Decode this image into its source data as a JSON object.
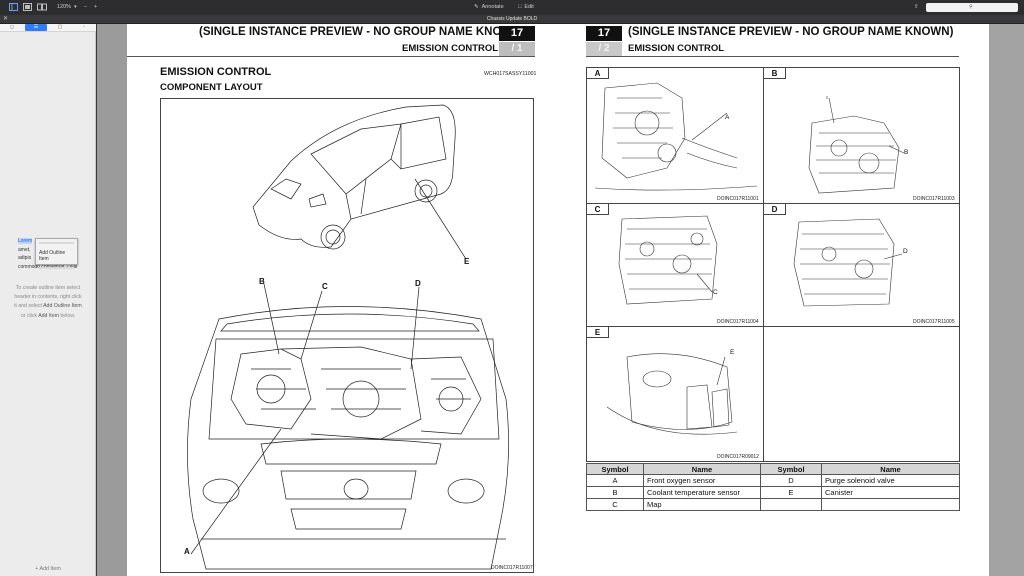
{
  "toolbar": {
    "zoom": "120%",
    "minus": "−",
    "plus": "+",
    "annotate_label": "Annotate",
    "edit_label": "Edit",
    "search_placeholder": ""
  },
  "window": {
    "title": "Chassis Update BOLD"
  },
  "sidebar": {
    "outline_items": [
      "Lorem",
      "amet,",
      "adipis",
      "commodo consequat. Duis"
    ],
    "context_menu_item": "Add Outline Item",
    "hint_line1": "To create outline item select",
    "hint_line2": "header in contents, right click",
    "hint_line3a": "it and select ",
    "hint_line3b": "Add Outline Item",
    "hint_line4a": "or click ",
    "hint_line4b": "Add Item",
    "hint_line4c": " below.",
    "add_item_label": "Add Item"
  },
  "left_page": {
    "header_title": "(SINGLE INSTANCE PREVIEW - NO GROUP NAME KNOWN)",
    "header_sub": "EMISSION CONTROL",
    "page_num": "17",
    "page_sub": "/ 1",
    "section_title": "EMISSION CONTROL",
    "section_code": "WCH017SASSY11001",
    "subsection_title": "COMPONENT LAYOUT",
    "figure_code": "DOINC017R11007",
    "callouts": {
      "A": "A",
      "B": "B",
      "C": "C",
      "D": "D",
      "E": "E"
    }
  },
  "right_page": {
    "page_num": "17",
    "page_sub": "/ 2",
    "header_title": "(SINGLE INSTANCE PREVIEW - NO GROUP NAME KNOWN)",
    "header_sub": "EMISSION CONTROL",
    "cells": [
      {
        "label": "A",
        "code": "DOINC017R11001"
      },
      {
        "label": "B",
        "code": "DOINC017R11003"
      },
      {
        "label": "C",
        "code": "DOINC017R11004"
      },
      {
        "label": "D",
        "code": "DOINC017R11005"
      },
      {
        "label": "E",
        "code": "DOINC017R09012"
      }
    ],
    "legend": {
      "headers": [
        "Symbol",
        "Name",
        "Symbol",
        "Name"
      ],
      "rows": [
        [
          "A",
          "Front oxygen sensor",
          "D",
          "Purge solenoid valve"
        ],
        [
          "B",
          "Coolant temperature sensor",
          "E",
          "Canister"
        ],
        [
          "C",
          "Map",
          "",
          ""
        ]
      ]
    }
  }
}
